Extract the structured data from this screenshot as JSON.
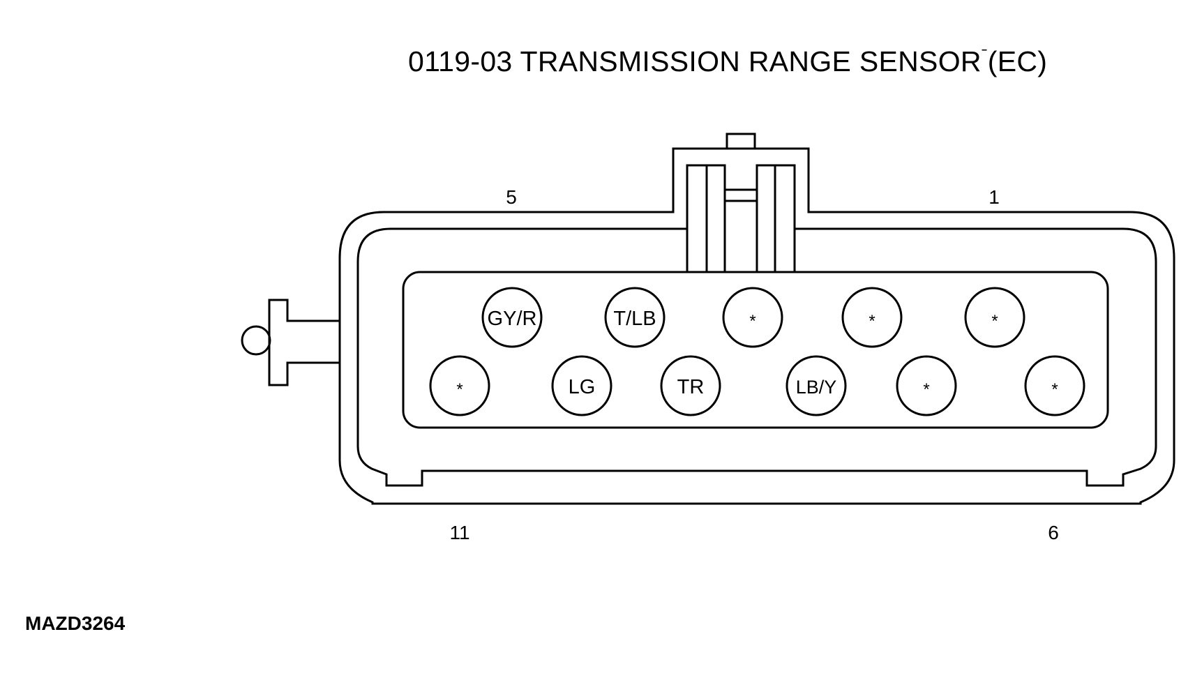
{
  "title": {
    "code": "0119-03",
    "name": "TRANSMISSION RANGE SENSOR",
    "mark": "ˉ",
    "suffix": "(EC)"
  },
  "figure_id": "MAZD3264",
  "pin_numbers": {
    "top_left": "5",
    "top_right": "1",
    "bottom_left": "11",
    "bottom_right": "6"
  },
  "top_row": [
    "GY/R",
    "T/LB",
    "*",
    "*",
    "*"
  ],
  "bottom_row": [
    "*",
    "LG",
    "TR",
    "LB/Y",
    "*",
    "*"
  ]
}
